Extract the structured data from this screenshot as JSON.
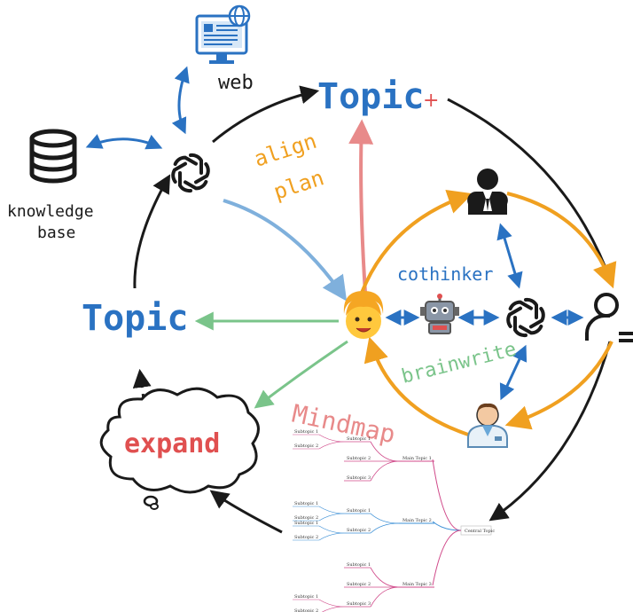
{
  "labels": {
    "web": "web",
    "topic_plus": "Topic",
    "plus_sign": "+",
    "align": "align",
    "plan": "plan",
    "knowledge": "knowledge",
    "base": "base",
    "cothinker": "cothinker",
    "topic_left": "Topic",
    "brainwrite": "brainwrite",
    "mindmap": "Mindmap",
    "expand": "expand"
  },
  "mindmap": {
    "central": "Central Topic",
    "main_topics": [
      {
        "label": "Main Topic 1",
        "subtopics": [
          {
            "label": "Subtopic 1",
            "leaves": [
              "Subtopic 1",
              "Subtopic 2"
            ]
          },
          {
            "label": "Subtopic 2",
            "leaves": []
          },
          {
            "label": "Subtopic 3",
            "leaves": []
          }
        ]
      },
      {
        "label": "Main Topic 2",
        "subtopics": [
          {
            "label": "Subtopic 1",
            "leaves": [
              "Subtopic 1",
              "Subtopic 2"
            ]
          },
          {
            "label": "Subtopic 2",
            "leaves": [
              "Subtopic 1",
              "Subtopic 2"
            ]
          }
        ]
      },
      {
        "label": "Main Topic 3",
        "subtopics": [
          {
            "label": "Subtopic 1",
            "leaves": []
          },
          {
            "label": "Subtopic 2",
            "leaves": []
          },
          {
            "label": "Subtopic 3",
            "leaves": [
              "Subtopic 1",
              "Subtopic 2"
            ]
          }
        ]
      }
    ]
  },
  "colors": {
    "blue": "#2a72c2",
    "light_blue": "#7fb0dc",
    "orange": "#f0a020",
    "red": "#e05050",
    "pink": "#e88a8a",
    "green": "#7ac48a",
    "dark": "#1a1a1a",
    "yellow": "#f5a623",
    "mm_pink": "#d04a8a",
    "mm_blue": "#3b8fd6",
    "gray": "#555555"
  },
  "icons": [
    "web-monitor-icon",
    "database-icon",
    "openai-logo-icon",
    "businessman-icon",
    "robot-icon",
    "person-face-emoji",
    "user-icon",
    "doctor-icon",
    "thought-cloud-icon"
  ]
}
